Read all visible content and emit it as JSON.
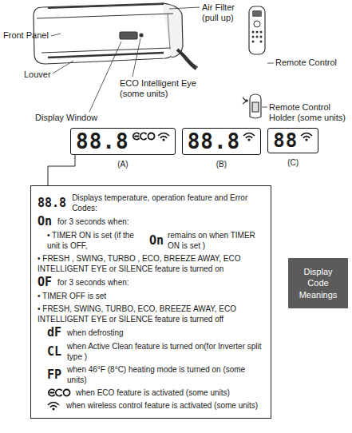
{
  "diagram": {
    "nodes": [
      {
        "text": [
          "88.8",
          "(A)"
        ]
      },
      {
        "text": [
          "88.8",
          "(B)"
        ]
      },
      {
        "text": [
          "88",
          "(C)"
        ]
      },
      {
        "text": [
          "88.8",
          "Displays temperature, operation feature and Error Codes:",
          "On",
          "for 3 seconds when:",
          "• TIMER ON is set (if the unit is OFF,",
          "On",
          "remains on when TIMER ON is set )",
          "• FRESH , SWING, TURBO , ECO, BREEZE AWAY, ECO INTELLIGENT EYE or SILENCE feature is turned on",
          "OF",
          "for 3 seconds when:",
          "• TIMER OFF is set",
          "• FRESH, SWING, TURBO, ECO, BREEZE AWAY, ECO INTELLIGENT EYE or SILENCE feature is turned off",
          "dF",
          "when defrosting",
          "CL",
          "when Active Clean feature is turned on(for Inverter split type )",
          "FP",
          "when 46°F (8°C) heating mode is turned on (some units)",
          "when ECO feature is activated (some units)",
          "when wireless control feature is activated (some units)"
        ]
      },
      {
        "text": [
          "Display Code Meanings"
        ]
      }
    ],
    "edges": [
      {
        "from": 0,
        "to": 3,
        "arrow": "none"
      }
    ],
    "labels": [
      "Air Filter (pull up)",
      "Front Panel",
      "Remote Control",
      "Louver",
      "ECO Intelligent Eye (some units)",
      "Remote Control Holder (some units)",
      "Display Window"
    ]
  }
}
